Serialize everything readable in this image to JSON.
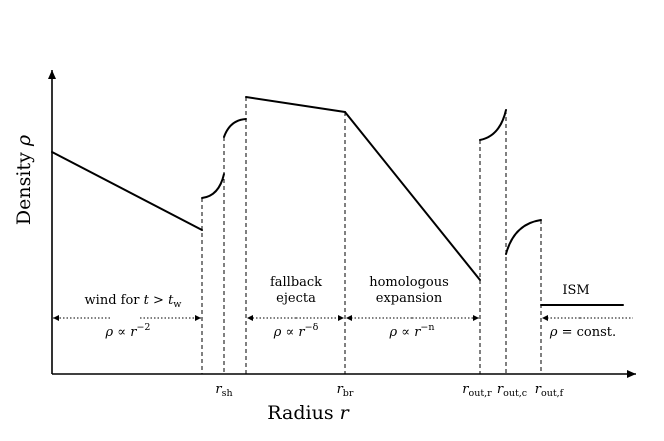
{
  "axes": {
    "y_title": "Density",
    "y_symbol": "ρ",
    "x_title": "Radius",
    "x_symbol": "r"
  },
  "radius_labels": {
    "sh": {
      "base": "r",
      "sub": "sh"
    },
    "br": {
      "base": "r",
      "sub": "br"
    },
    "out_r": {
      "base": "r",
      "sub": "out,r"
    },
    "out_c": {
      "base": "r",
      "sub": "out,c"
    },
    "out_f": {
      "base": "r",
      "sub": "out,f"
    }
  },
  "regions": {
    "wind": {
      "title_pre": "wind for",
      "title_t": "t",
      "title_gt": " > ",
      "title_tw": "t",
      "title_tw_sub": "w",
      "law_rho": "ρ",
      "law_prop": " ∝ ",
      "law_r": "r",
      "law_exp": "−2"
    },
    "fallback": {
      "line1": "fallback",
      "line2": "ejecta",
      "law_rho": "ρ",
      "law_prop": " ∝ ",
      "law_r": "r",
      "law_exp": "−δ"
    },
    "homologous": {
      "line1": "homologous",
      "line2": "expansion",
      "law_rho": "ρ",
      "law_prop": " ∝ ",
      "law_r": "r",
      "law_exp": "−n"
    },
    "ism": {
      "title": "ISM",
      "law_rho": "ρ",
      "law_eq": " = const."
    }
  }
}
